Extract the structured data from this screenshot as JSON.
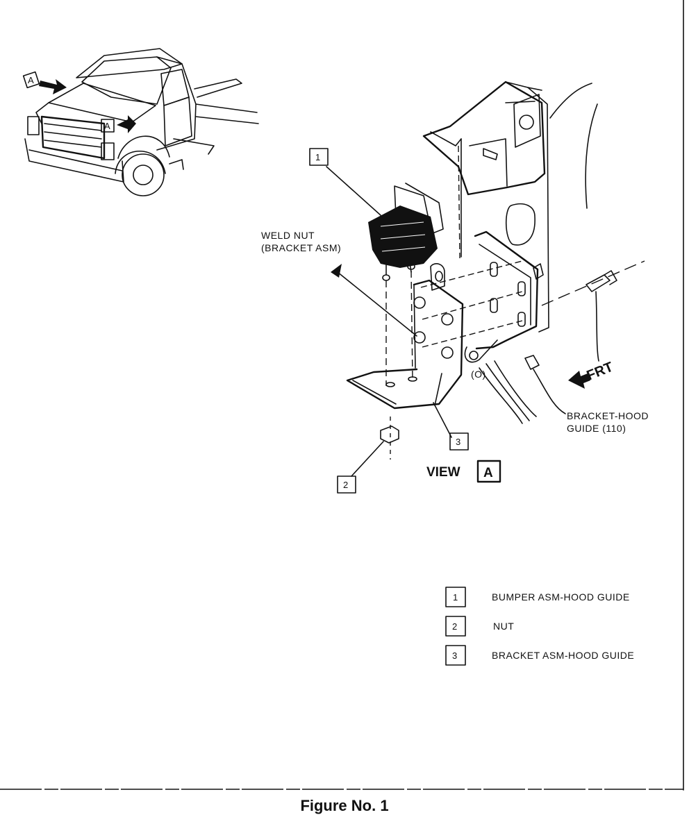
{
  "callouts": {
    "one": "1",
    "two": "2",
    "three": "3",
    "view_letter_a_left": "A",
    "view_letter_a_mid": "A"
  },
  "labels": {
    "weld_nut_line1": "WELD NUT",
    "weld_nut_line2": "(BRACKET ASM)",
    "bracket_hood_line1": "BRACKET-HOOD",
    "bracket_hood_line2": "GUIDE (110)",
    "frt": "FRT",
    "view": "VIEW",
    "view_letter": "A"
  },
  "legend": {
    "items": [
      {
        "num": "1",
        "text": "BUMPER ASM-HOOD GUIDE"
      },
      {
        "num": "2",
        "text": "NUT"
      },
      {
        "num": "3",
        "text": "BRACKET ASM-HOOD GUIDE"
      }
    ]
  },
  "caption": "Figure No. 1"
}
